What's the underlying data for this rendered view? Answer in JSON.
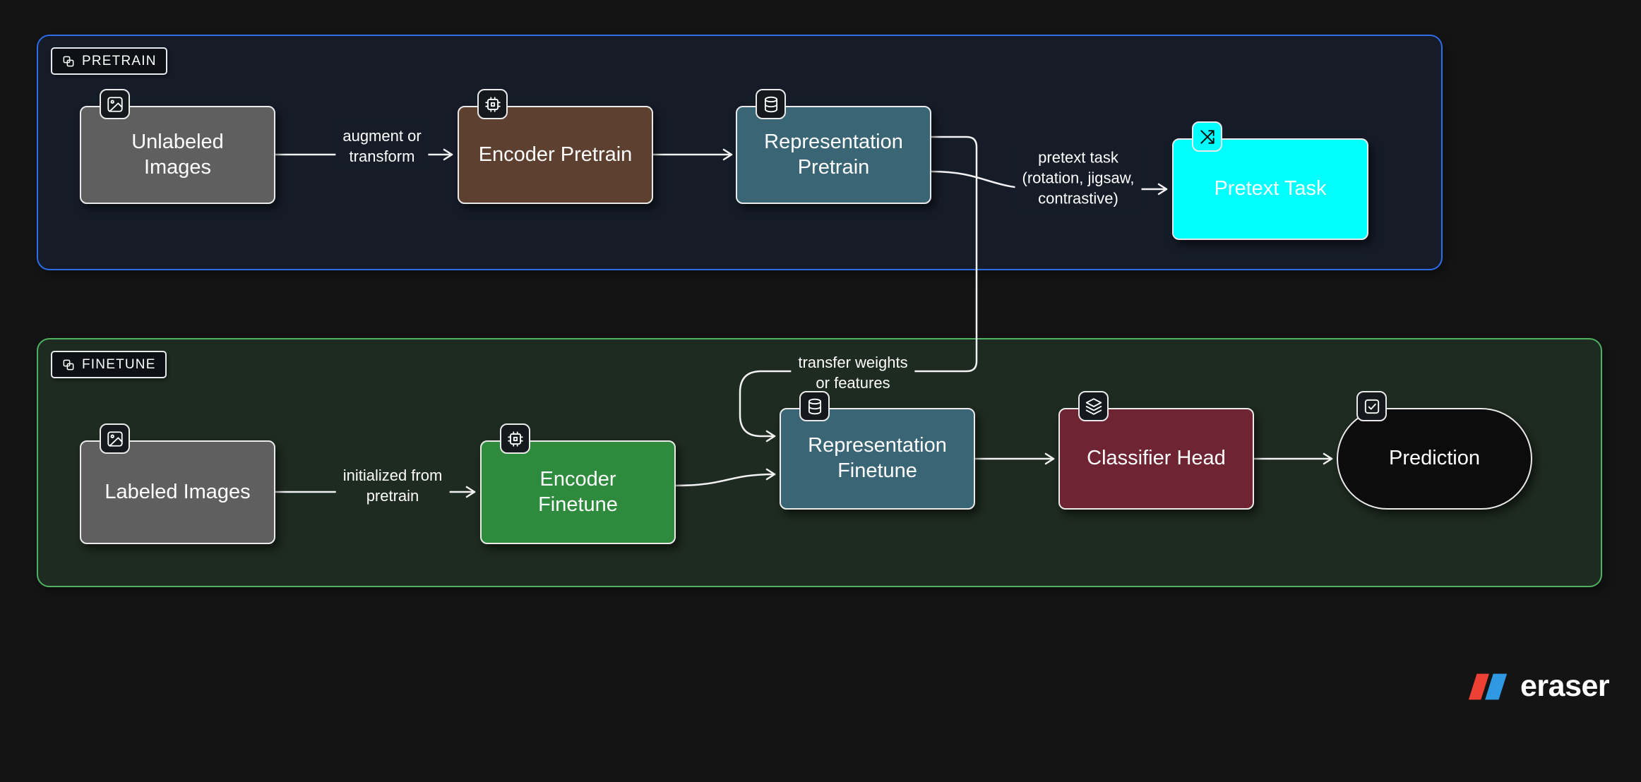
{
  "canvas": {
    "background": "#141414",
    "line_color": "#f2f2f2"
  },
  "groups": {
    "pretrain": {
      "label": "PRETRAIN",
      "fill": "#151c28",
      "border": "#2c6de8",
      "icon": "group-icon"
    },
    "finetune": {
      "label": "FINETUNE",
      "fill": "#1e2b20",
      "border": "#4fb261",
      "icon": "group-icon"
    }
  },
  "nodes": {
    "unlabeled_images": {
      "label": "Unlabeled\nImages",
      "fill": "#5f5f5f",
      "icon": "image-icon"
    },
    "encoder_pretrain": {
      "label": "Encoder Pretrain",
      "fill": "#5d4030",
      "icon": "cpu-icon"
    },
    "representation_pretrain": {
      "label": "Representation\nPretrain",
      "fill": "#3a6575",
      "icon": "database-icon"
    },
    "pretext_task": {
      "label": "Pretext Task",
      "fill": "#00ffff",
      "icon": "arrows-cross-icon"
    },
    "labeled_images": {
      "label": "Labeled Images",
      "fill": "#5f5f5f",
      "icon": "image-icon"
    },
    "encoder_finetune": {
      "label": "Encoder\nFinetune",
      "fill": "#2e8b3e",
      "icon": "cpu-icon"
    },
    "representation_finetune": {
      "label": "Representation\nFinetune",
      "fill": "#3a6575",
      "icon": "database-icon"
    },
    "classifier_head": {
      "label": "Classifier Head",
      "fill": "#6e2433",
      "icon": "layers-icon"
    },
    "prediction": {
      "label": "Prediction",
      "fill": "#0c0c0c",
      "icon": "check-square-icon"
    }
  },
  "edges": {
    "augment": {
      "label": "augment or\ntransform"
    },
    "pretext": {
      "label": "pretext task\n(rotation, jigsaw,\ncontrastive)"
    },
    "transfer": {
      "label": "transfer weights\nor features"
    },
    "initialized": {
      "label": "initialized from\npretrain"
    }
  },
  "branding": {
    "wordmark": "eraser",
    "mark_red": "#ee4136",
    "mark_blue": "#2f9ae3"
  }
}
